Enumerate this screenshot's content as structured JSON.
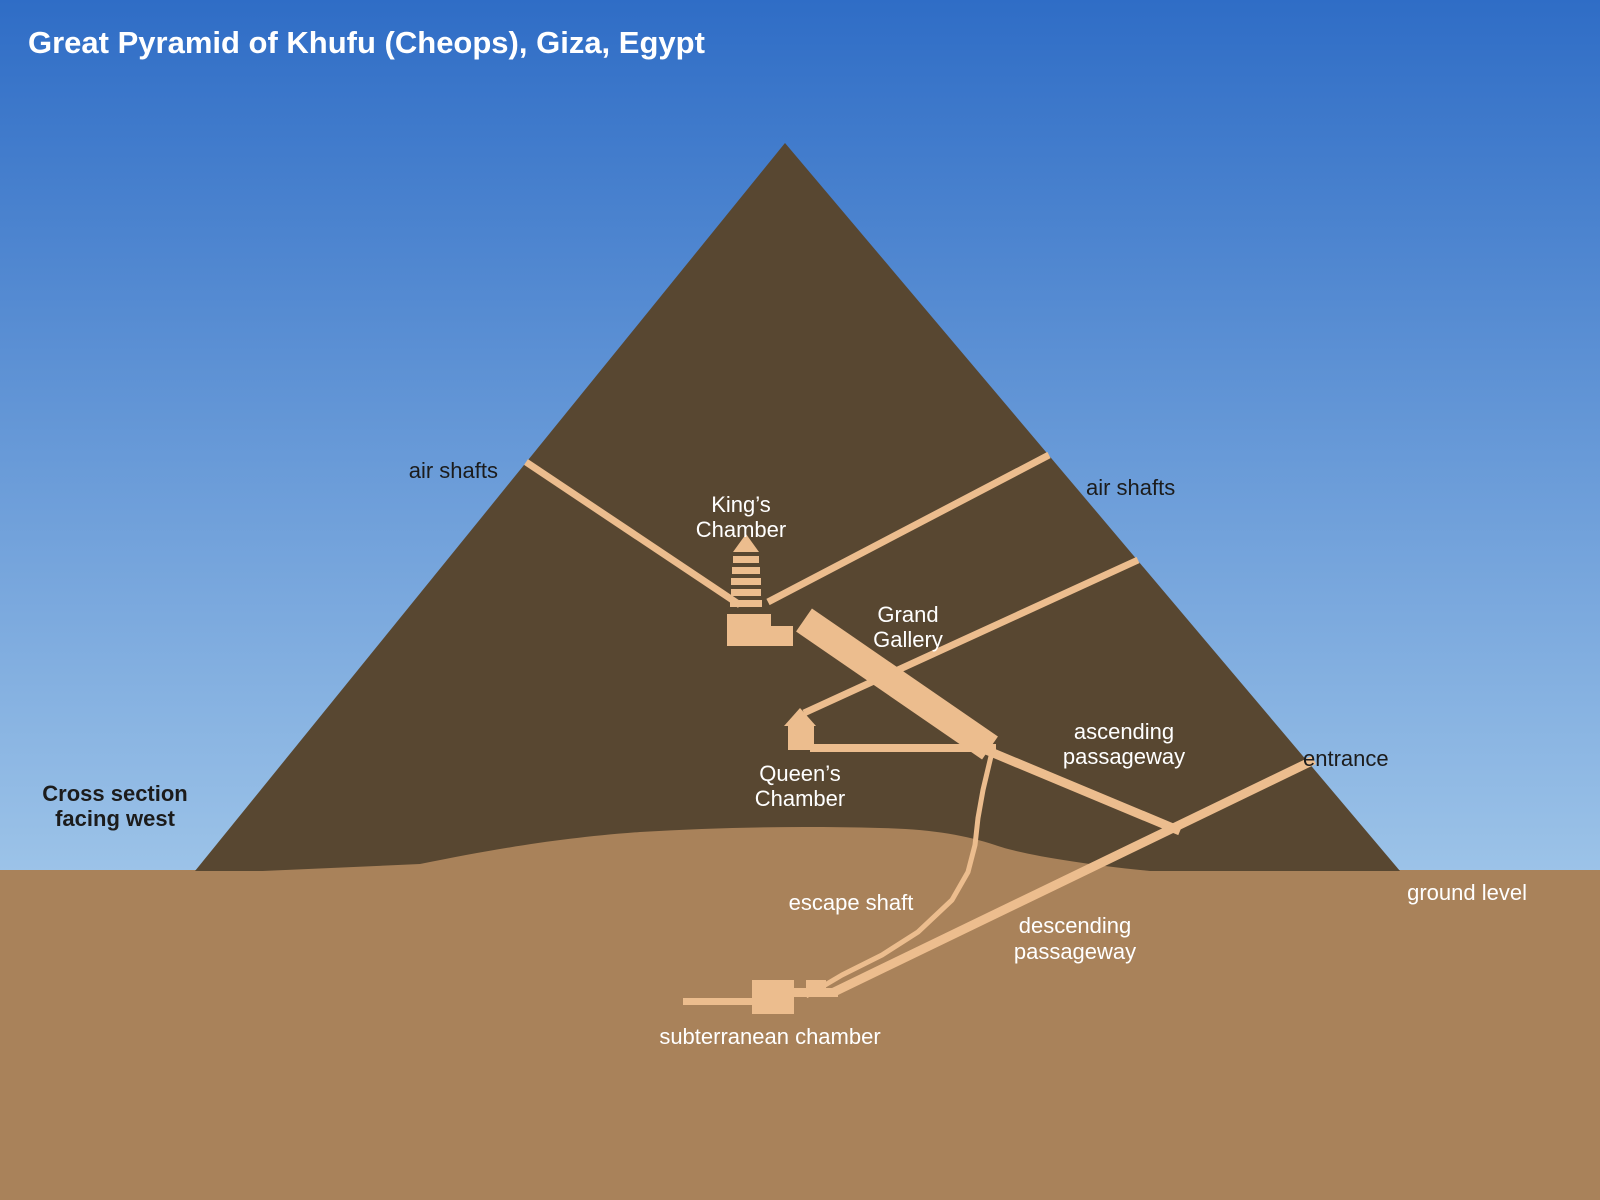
{
  "title": "Great Pyramid of Khufu (Cheops), Giza, Egypt",
  "caption": {
    "line1": "Cross section",
    "line2": "facing west"
  },
  "labels": {
    "air_shafts_left": "air shafts",
    "air_shafts_right": "air shafts",
    "kings_chamber_line1": "King’s",
    "kings_chamber_line2": "Chamber",
    "grand_gallery_line1": "Grand",
    "grand_gallery_line2": "Gallery",
    "queens_chamber_line1": "Queen’s",
    "queens_chamber_line2": "Chamber",
    "ascending_line1": "ascending",
    "ascending_line2": "passageway",
    "entrance": "entrance",
    "ground_level": "ground level",
    "escape_shaft": "escape shaft",
    "descending_line1": "descending",
    "descending_line2": "passageway",
    "subterranean_chamber": "subterranean chamber"
  },
  "colors": {
    "sky_top": "#2f6dc6",
    "sky_bottom": "#9cc3e8",
    "pyramid": "#584731",
    "ground": "#a9825a",
    "passage": "#ecbd8e",
    "light_text": "#ffffff",
    "dark_text": "#1c1c1c"
  }
}
